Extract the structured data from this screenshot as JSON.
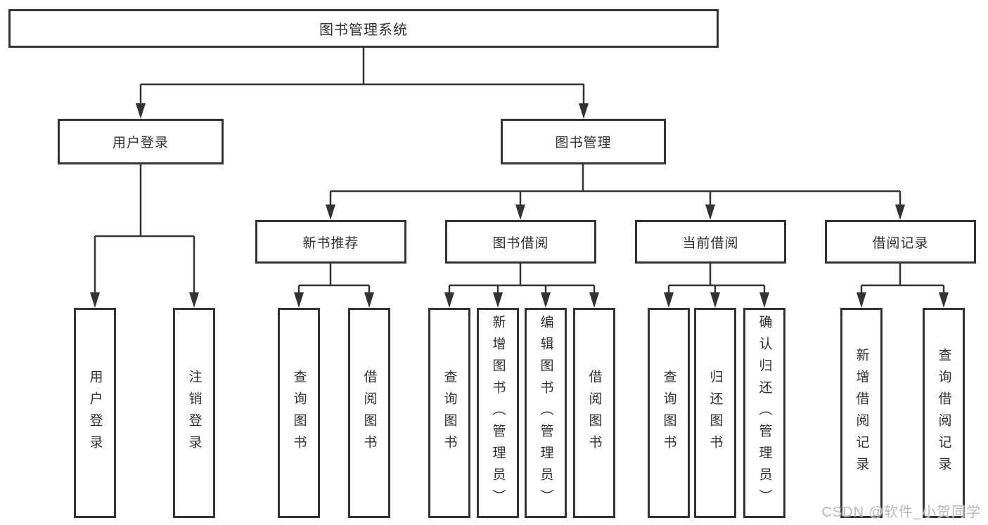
{
  "diagram": {
    "root": {
      "label": "图书管理系统"
    },
    "branches": [
      {
        "label": "用户登录",
        "children": [
          {
            "label": "用户登录"
          },
          {
            "label": "注销登录"
          }
        ]
      },
      {
        "label": "图书管理",
        "children": [
          {
            "label": "新书推荐",
            "children": [
              {
                "label": "查询图书"
              },
              {
                "label": "借阅图书"
              }
            ]
          },
          {
            "label": "图书借阅",
            "children": [
              {
                "label": "查询图书"
              },
              {
                "label": "新增图书（管理员）"
              },
              {
                "label": "编辑图书（管理员）"
              },
              {
                "label": "借阅图书"
              }
            ]
          },
          {
            "label": "当前借阅",
            "children": [
              {
                "label": "查询图书"
              },
              {
                "label": "归还图书"
              },
              {
                "label": "确认归还（管理员）"
              }
            ]
          },
          {
            "label": "借阅记录",
            "children": [
              {
                "label": "新增借阅记录"
              },
              {
                "label": "查询借阅记录"
              }
            ]
          }
        ]
      }
    ],
    "watermark": "CSDN @软件_小贺同学"
  },
  "colors": {
    "line": "#333333",
    "text": "#2f2f2f",
    "watermark": "#b9b9b9",
    "background": "#ffffff"
  }
}
